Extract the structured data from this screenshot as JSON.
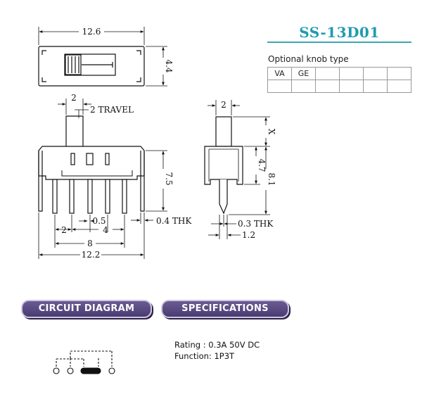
{
  "title": "SS-13D01",
  "optional_knob": {
    "label": "Optional knob type",
    "row1": [
      "VA",
      "GE",
      "",
      "",
      "",
      ""
    ]
  },
  "dimensions": {
    "top_length": "12.6",
    "top_height": "4.4",
    "pin_width": "2",
    "travel": "2 TRAVEL",
    "body_height": "7.5",
    "pin_pitch": "2",
    "pin_span_4": "4",
    "pin_dia": "0.5",
    "pin_span_8": "8",
    "overall_width": "12.2",
    "lead_thickness": "0.4 THK",
    "side_width": "2",
    "side_x": "X",
    "side_47": "4.7",
    "side_81": "8.1",
    "side_thk": "0.3 THK",
    "side_12": "1.2"
  },
  "sections": {
    "circuit": "CIRCUIT DIAGRAM",
    "specs": "SPECIFICATIONS"
  },
  "specs": {
    "rating": "Rating : 0.3A 50V DC",
    "function": "Function: 1P3T"
  },
  "colors": {
    "title": "#1f9bb0",
    "pill": "#55477f"
  }
}
